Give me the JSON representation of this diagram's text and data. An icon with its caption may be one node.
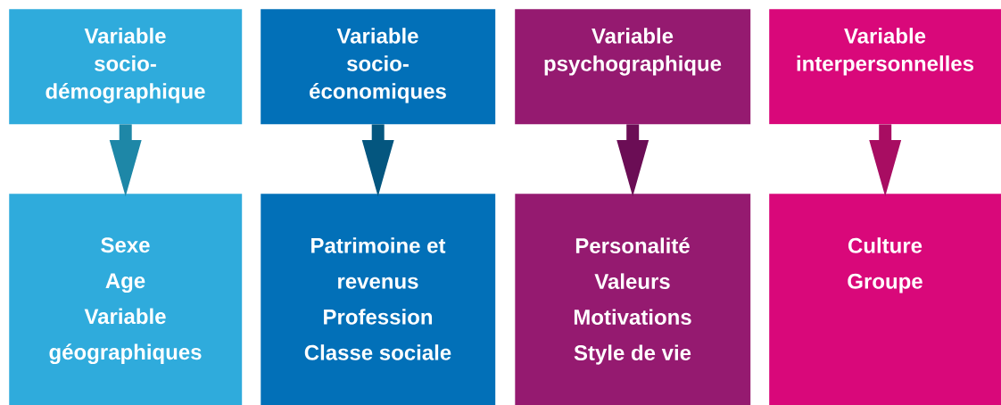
{
  "diagram": {
    "nodes": [
      {
        "text": [
          "Variable socio-démographique"
        ]
      },
      {
        "text": [
          "Variable socio-économiques"
        ]
      },
      {
        "text": [
          "Variable psychographique"
        ]
      },
      {
        "text": [
          "Variable interpersonnelles"
        ]
      },
      {
        "text": [
          "Sexe",
          "Age",
          "Variable géographiques"
        ]
      },
      {
        "text": [
          "Patrimoine et revenus",
          "Profession",
          "Classe sociale"
        ]
      },
      {
        "text": [
          "Personalité",
          "Valeurs",
          "Motivations",
          "Style de vie"
        ]
      },
      {
        "text": [
          "Culture",
          "Groupe"
        ]
      }
    ],
    "edges": [
      {
        "from": 0,
        "to": 4,
        "arrow": "to",
        "color": "#1e87a7"
      },
      {
        "from": 1,
        "to": 5,
        "arrow": "to",
        "color": "#04567f"
      },
      {
        "from": 2,
        "to": 6,
        "arrow": "to",
        "color": "#6b0d55"
      },
      {
        "from": 3,
        "to": 7,
        "arrow": "to",
        "color": "#a80d62"
      }
    ]
  }
}
